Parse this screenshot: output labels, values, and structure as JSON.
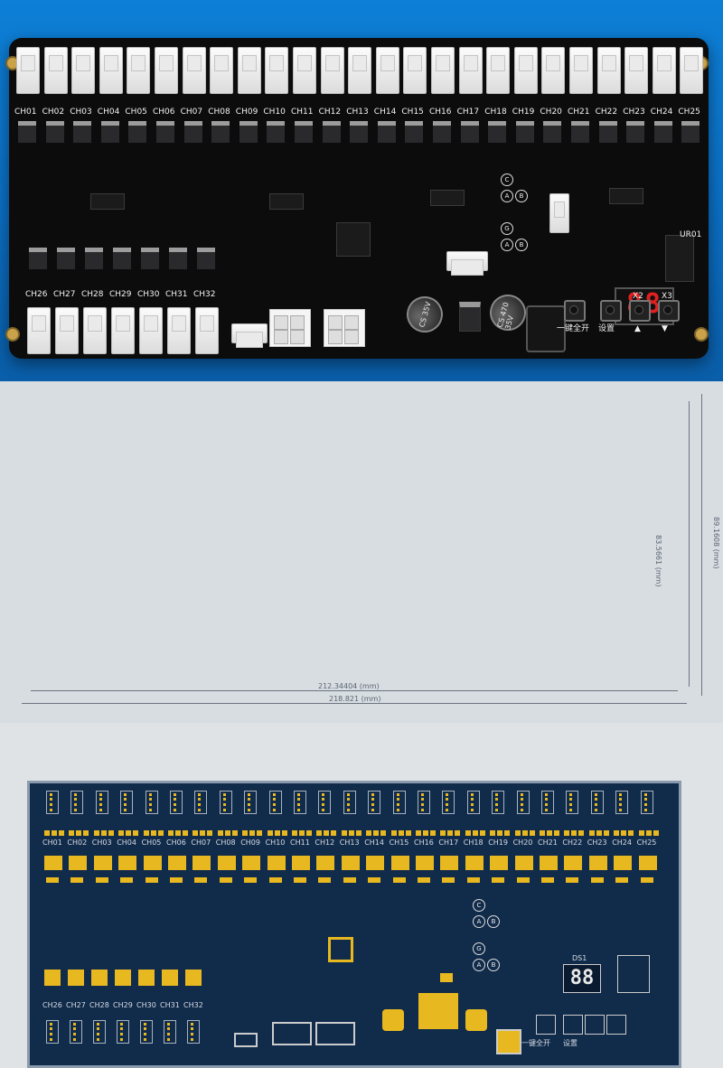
{
  "photo": {
    "channels_top": [
      "CH01",
      "CH02",
      "CH03",
      "CH04",
      "CH05",
      "CH06",
      "CH07",
      "CH08",
      "CH09",
      "CH10",
      "CH11",
      "CH12",
      "CH13",
      "CH14",
      "CH15",
      "CH16",
      "CH17",
      "CH18",
      "CH19",
      "CH20",
      "CH21",
      "CH22",
      "CH23",
      "CH24",
      "CH25"
    ],
    "channels_bottom": [
      "CH26",
      "CH27",
      "CH28",
      "CH29",
      "CH30",
      "CH31",
      "CH32"
    ],
    "display_value": "88",
    "display_ref": "UR01",
    "cap_left": "CS 35V",
    "cap_right": "CS 470 35V",
    "key_labels": [
      "一键全开",
      "设置",
      "▲",
      "▼"
    ],
    "key_refs": [
      "X2",
      "X3"
    ],
    "terminal_marks": [
      "C",
      "A",
      "B",
      "G",
      "A",
      "B"
    ]
  },
  "pcb": {
    "channels_top": [
      "CH01",
      "CH02",
      "CH03",
      "CH04",
      "CH05",
      "CH06",
      "CH07",
      "CH08",
      "CH09",
      "CH10",
      "CH11",
      "CH12",
      "CH13",
      "CH14",
      "CH15",
      "CH16",
      "CH17",
      "CH18",
      "CH19",
      "CH20",
      "CH21",
      "CH22",
      "CH23",
      "CH24",
      "CH25"
    ],
    "channels_bottom": [
      "CH26",
      "CH27",
      "CH28",
      "CH29",
      "CH30",
      "CH31",
      "CH32"
    ],
    "display_ref": "DS1",
    "display_value": "88",
    "width_inner": "212.34404 (mm)",
    "width_outer": "218.821 (mm)",
    "height_inner": "83.5661 (mm)",
    "height_outer": "89.1608 (mm)",
    "key_labels": [
      "一键全开",
      "设置"
    ],
    "terminal_marks": [
      "C",
      "A",
      "B",
      "G",
      "A",
      "B"
    ]
  }
}
